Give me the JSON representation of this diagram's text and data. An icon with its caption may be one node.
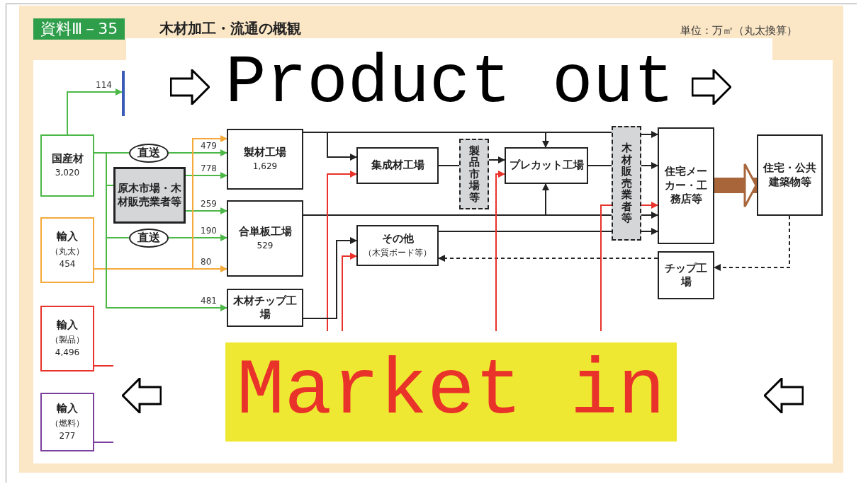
{
  "diagram": {
    "title": "木材加工・流通の概観",
    "nodes": [
      {
        "text": [
          "国産材",
          "3,020"
        ]
      },
      {
        "text": [
          "輸入",
          "（丸太）",
          "454"
        ]
      },
      {
        "text": [
          "輸入",
          "（製品）",
          "4,496"
        ]
      },
      {
        "text": [
          "輸入",
          "（燃料）",
          "277"
        ]
      },
      {
        "text": [
          "直送"
        ]
      },
      {
        "text": [
          "原木市場・木材販売業者等"
        ]
      },
      {
        "text": [
          "直送"
        ]
      },
      {
        "text": [
          "製材工場",
          "1,629"
        ]
      },
      {
        "text": [
          "合単板工場",
          "529"
        ]
      },
      {
        "text": [
          "木材チップ工場"
        ]
      },
      {
        "text": [
          "集成材工場"
        ]
      },
      {
        "text": [
          "製品市場等"
        ]
      },
      {
        "text": [
          "プレカット工場"
        ]
      },
      {
        "text": [
          "その他",
          "（木質ボード等）"
        ]
      },
      {
        "text": [
          "木材販売業者等"
        ]
      },
      {
        "text": [
          "住宅メーカー・工務店等"
        ]
      },
      {
        "text": [
          "住宅・公共建築物等"
        ]
      },
      {
        "text": [
          "チップ工場"
        ]
      },
      {
        "text": [],
        "shape": "bar"
      }
    ],
    "edges": [
      {
        "from": 0,
        "to": 18,
        "arrow": "to",
        "label": "114",
        "color": "#4cb848"
      },
      {
        "from": 0,
        "to": 4,
        "arrow": "none",
        "color": "#4cb848"
      },
      {
        "from": 4,
        "to": 7,
        "arrow": "to",
        "label": "479",
        "color": "#4cb848"
      },
      {
        "from": 0,
        "to": 5,
        "arrow": "none",
        "color": "#4cb848"
      },
      {
        "from": 5,
        "to": 7,
        "arrow": "to",
        "label": "778",
        "color": "#4cb848"
      },
      {
        "from": 5,
        "to": 8,
        "arrow": "to",
        "label": "259",
        "color": "#4cb848"
      },
      {
        "from": 0,
        "to": 6,
        "arrow": "none",
        "color": "#4cb848"
      },
      {
        "from": 6,
        "to": 8,
        "arrow": "to",
        "label": "190",
        "color": "#4cb848"
      },
      {
        "from": 1,
        "to": 7,
        "arrow": "to",
        "color": "#f5a93b"
      },
      {
        "from": 1,
        "to": 8,
        "arrow": "to",
        "label": "80",
        "color": "#f5a93b"
      },
      {
        "from": 0,
        "to": 9,
        "arrow": "to",
        "label": "481",
        "color": "#4cb848"
      },
      {
        "from": 7,
        "to": 10,
        "arrow": "to"
      },
      {
        "from": 7,
        "to": 12,
        "arrow": "to"
      },
      {
        "from": 7,
        "to": 14,
        "arrow": "none"
      },
      {
        "from": 10,
        "to": 11,
        "arrow": "none"
      },
      {
        "from": 11,
        "to": 12,
        "arrow": "to"
      },
      {
        "from": 12,
        "to": 14,
        "arrow": "none"
      },
      {
        "from": 8,
        "to": 12,
        "arrow": "to"
      },
      {
        "from": 8,
        "to": 14,
        "arrow": "none"
      },
      {
        "from": 13,
        "to": 14,
        "arrow": "none"
      },
      {
        "from": 14,
        "to": 15,
        "arrow": "to"
      },
      {
        "from": 14,
        "to": 15,
        "arrow": "to"
      },
      {
        "from": 14,
        "to": 15,
        "arrow": "to",
        "color": "#e8322a"
      },
      {
        "from": 14,
        "to": 15,
        "arrow": "to"
      },
      {
        "from": 14,
        "to": 15,
        "arrow": "to"
      },
      {
        "from": 15,
        "to": 16,
        "arrow": "to",
        "style": "thick",
        "color": "#a8653a"
      },
      {
        "from": 16,
        "to": 17,
        "arrow": "to",
        "style": "dashed"
      },
      {
        "from": 17,
        "to": 13,
        "arrow": "to",
        "style": "dashed"
      },
      {
        "from": 2,
        "to": 10,
        "arrow": "to",
        "color": "#e8322a"
      },
      {
        "from": 2,
        "to": 13,
        "arrow": "to",
        "color": "#e8322a"
      },
      {
        "from": 2,
        "to": 12,
        "arrow": "to",
        "color": "#e8322a"
      },
      {
        "from": 2,
        "to": 14,
        "arrow": "none",
        "color": "#e8322a"
      },
      {
        "from": 9,
        "to": 13,
        "arrow": "to"
      },
      {
        "from": 3,
        "to": null,
        "arrow": "none",
        "color": "#7b3f9e"
      }
    ],
    "labels": [
      "資料Ⅲ－35",
      "単位：万㎥（丸太換算）",
      "Product out",
      "Market in"
    ]
  }
}
